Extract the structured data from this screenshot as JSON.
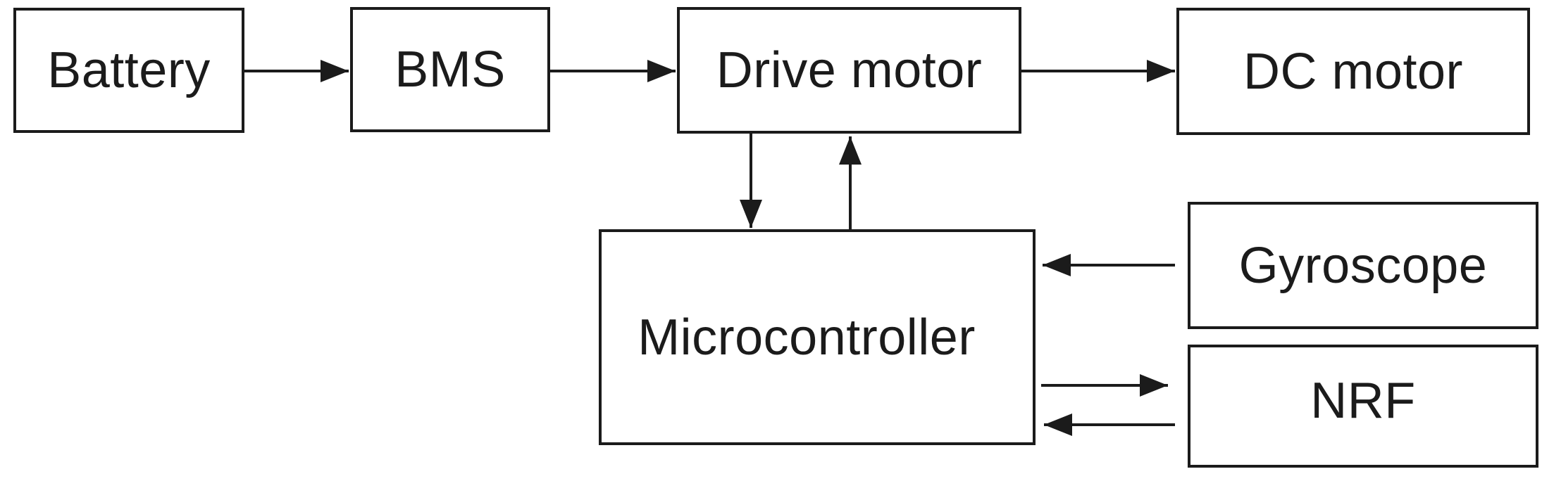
{
  "figure": {
    "type": "block-diagram",
    "background": "#ffffff",
    "line_color": "#1b1b1b",
    "nodes": {
      "battery": {
        "label": "Battery"
      },
      "bms": {
        "label": "BMS"
      },
      "drive_motor": {
        "label": "Drive motor"
      },
      "dc_motor": {
        "label": "DC motor"
      },
      "microcontroller": {
        "label": "Microcontroller"
      },
      "gyroscope": {
        "label": "Gyroscope"
      },
      "nrf": {
        "label": "NRF"
      }
    },
    "connections": [
      {
        "from": "Battery",
        "to": "BMS"
      },
      {
        "from": "BMS",
        "to": "Drive motor"
      },
      {
        "from": "Drive motor",
        "to": "DC motor"
      },
      {
        "from": "Drive motor",
        "to": "Microcontroller"
      },
      {
        "from": "Microcontroller",
        "to": "Drive motor"
      },
      {
        "from": "Gyroscope",
        "to": "Microcontroller"
      },
      {
        "from": "Microcontroller",
        "to": "NRF"
      },
      {
        "from": "NRF",
        "to": "Microcontroller"
      }
    ]
  }
}
